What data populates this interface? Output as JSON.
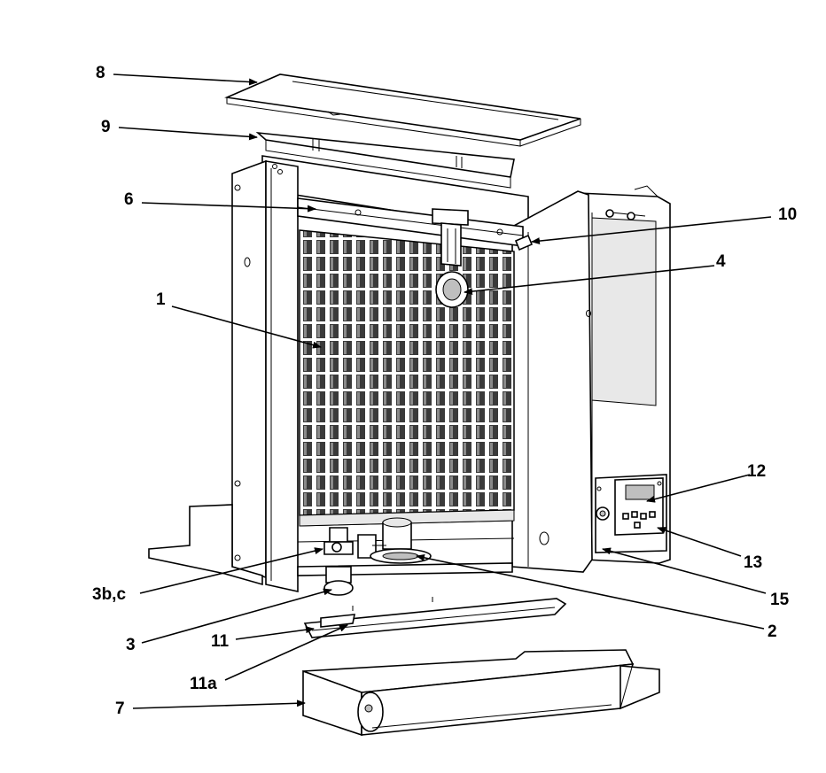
{
  "diagram": {
    "callouts": {
      "c8": "8",
      "c9": "9",
      "c6": "6",
      "c10": "10",
      "c4": "4",
      "c1": "1",
      "c12": "12",
      "c13": "13",
      "c15": "15",
      "c3bc": "3b,c",
      "c3": "3",
      "c11": "11",
      "c11a": "11a",
      "c7": "7",
      "c2": "2"
    }
  }
}
